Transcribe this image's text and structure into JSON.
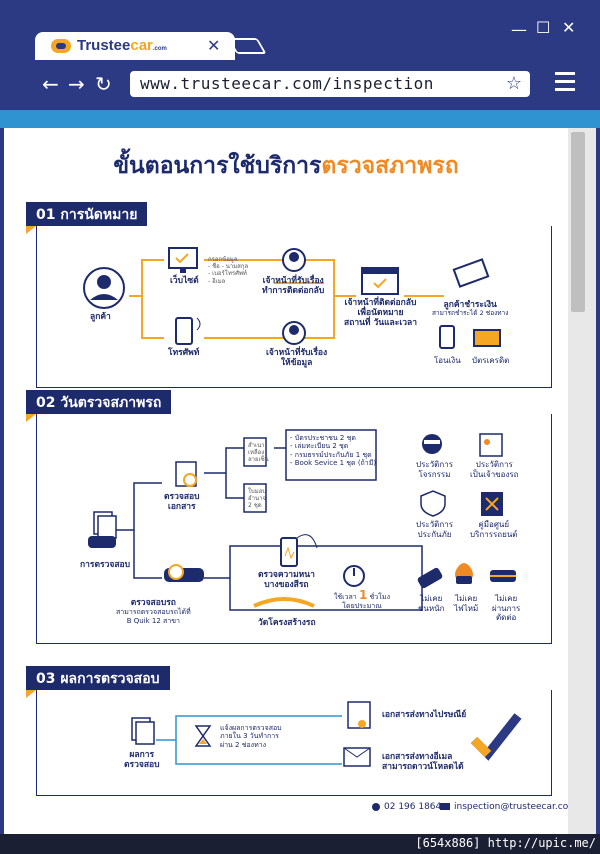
{
  "browser": {
    "tab_title_main": "Trustee",
    "tab_title_accent": "car",
    "tab_title_suffix": ".com",
    "url": "www.trusteecar.com/inspection",
    "colors": {
      "frame": "#2b3a82",
      "progress": "#2f93d2",
      "accent": "#f5a623"
    }
  },
  "page": {
    "headline_main": "ขั้นตอนการใช้บริการ",
    "headline_accent": "ตรวจสภาพรถ",
    "sections": [
      {
        "label": "01 การนัดหมาย"
      },
      {
        "label": "02 วันตรวจสภาพรถ"
      },
      {
        "label": "03 ผลการตรวจสอบ"
      }
    ],
    "s1": {
      "customer": "ลูกค้า",
      "website": "เว็บไซต์",
      "phone": "โทรศัพท์",
      "fill_info": [
        "กรอกข้อมูล",
        "- ชื่อ - นามสกุล",
        "- เบอร์โทรศัพท์",
        "- อีเมล"
      ],
      "staff_callback": [
        "เจ้าหน้าที่รับเรื่อง",
        "ทำการติดต่อกลับ"
      ],
      "staff_info": [
        "เจ้าหน้าที่รับเรื่อง",
        "ให้ข้อมูล"
      ],
      "appointment": [
        "เจ้าหน้าที่ติดต่อกลับ",
        "เพื่อนัดหมาย",
        "สถานที่ วันและเวลา"
      ],
      "payment": [
        "ลูกค้าชำระเงิน",
        "สามารถชำระได้ 2 ช่องทาง"
      ],
      "transfer": "โอนเงิน",
      "credit": "บัตรเครดิต"
    },
    "s2": {
      "inspection": "การตรวจสอบ",
      "doc_check": [
        "ตรวจสอบ",
        "เอกสาร"
      ],
      "doc_copy": [
        "สำเนา",
        "เหลือง",
        "ลายเซ็น"
      ],
      "doc_list": [
        "- บัตรประชาชน 2 ชุด",
        "- เล่มทะเบียน 2 ชุด",
        "- กรมธรรม์ประกันภัย 1 ชุด",
        "- Book Sevice 1 ชุด (ถ้ามี)"
      ],
      "doc_form": [
        "ใบมอบ",
        "อำนาจ",
        "2 ชุด"
      ],
      "car_check": [
        "ตรวจสอบรถ",
        "สามารถตรวจสอบรถได้ที่",
        "B Quik 12 สาขา"
      ],
      "paint": [
        "ตรวจความหนา",
        "บางของสีรถ"
      ],
      "structure": "วัดโครงสร้างรถ",
      "time_pre": "ใช้เวลา ",
      "time_num": "1",
      "time_post": " ชั่วโมง",
      "time_note": "โดยประมาณ",
      "history": [
        [
          "ประวัติการ",
          "โจรกรรม"
        ],
        [
          "ประวัติการ",
          "เป็นเจ้าของรถ"
        ],
        [
          "ประวัติการ",
          "ประกันภัย"
        ],
        [
          "คู่มือศูนย์",
          "บริการรถยนต์"
        ],
        [
          "ไม่เคย",
          "ชนหนัก"
        ],
        [
          "ไม่เคย",
          "ไฟไหม้"
        ],
        [
          "ไม่เคย",
          "ผ่านการ",
          "ตัดต่อ"
        ]
      ]
    },
    "s3": {
      "result": [
        "ผลการ",
        "ตรวจสอบ"
      ],
      "notify": [
        "แจ้งผลการตรวจสอบ",
        "ภายใน 3 วันทำการ",
        "ผ่าน 2 ช่องทาง"
      ],
      "post": "เอกสารส่งทางไปรษณีย์",
      "email": [
        "เอกสารส่งทางอีเมล",
        "สามารถดาวน์โหลดได้"
      ]
    },
    "contact": {
      "phone": "02 196 1864",
      "email": "inspection@trusteecar.com"
    }
  },
  "footer_text": "[654x886] http://upic.me/"
}
